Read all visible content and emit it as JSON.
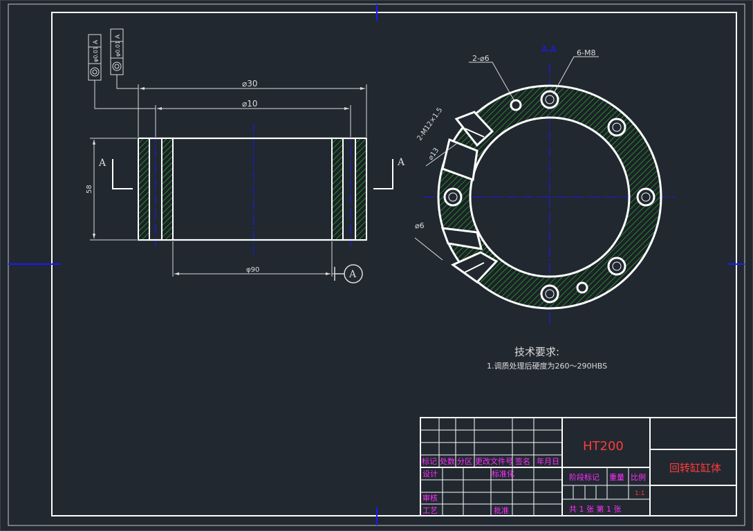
{
  "colors": {
    "background": "#212830",
    "line": "#ffffff",
    "hatch": "#2fd12f",
    "centerline": "#1a1aff",
    "dim": "#dcdcdc",
    "red_text": "#ff3b3b",
    "magenta_text": "#ff30ff"
  },
  "front_view": {
    "section_marker": "A",
    "tolerance_1": {
      "value": "φ0.01",
      "datum": "A"
    },
    "tolerance_2": {
      "value": "φ0.01",
      "datum": "A"
    },
    "dim_outer": "⌀30",
    "dim_inner": "⌀10",
    "dim_height": "58",
    "dim_bottom": "φ90",
    "datum_label": "A"
  },
  "section_view": {
    "title": "A-A",
    "label_holes_2": "2-⌀6",
    "label_thread_6": "6-M8",
    "label_thread_2": "2-M12×1.5",
    "label_dia13": "⌀13",
    "label_dia6": "⌀6"
  },
  "notes": {
    "heading": "技术要求:",
    "item_1": "1.调质处理后硬度为260～290HBS"
  },
  "title_block": {
    "material": "HT200",
    "part_name": "回转缸缸体",
    "h_mark": "标记",
    "h_count": "处数",
    "h_zone": "分区",
    "h_doc": "更改文件号",
    "h_sign": "签名",
    "h_date": "年月日",
    "design": "设计",
    "standard": "标准化",
    "review": "审核",
    "process": "工艺",
    "approve": "批准",
    "stage_mark": "阶段标记",
    "weight": "重量",
    "scale_label": "比例",
    "scale_value": "1:1",
    "sheets": "共 1 张  第 1 张"
  }
}
